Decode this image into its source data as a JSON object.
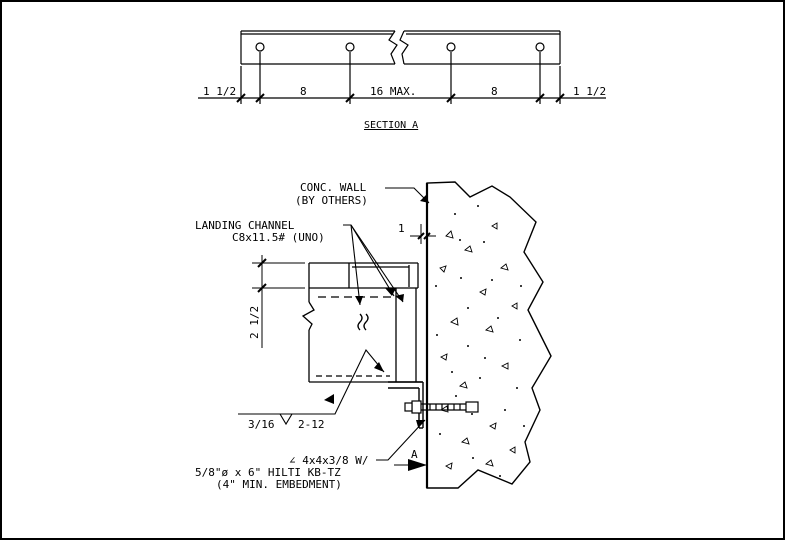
{
  "section_a": {
    "dims": [
      "1 1/2",
      "8",
      "16 MAX.",
      "8",
      "1 1/2"
    ],
    "title": "SECTION A"
  },
  "wall_note": {
    "line1": "CONC. WALL",
    "line2": "(BY OTHERS)"
  },
  "channel_note": {
    "line1": "LANDING CHANNEL",
    "line2": "C8x11.5# (UNO)"
  },
  "dims_detail": {
    "gap": "1",
    "vertical": "2 1/2"
  },
  "weld_note": {
    "size": "3/16",
    "spacing": "2-12"
  },
  "angle_note": {
    "line1": "∠ 4x4x3/8 W/",
    "line2": "5/8\"ø x 6\" HILTI KB-TZ",
    "line3": "(4\" MIN. EMBEDMENT)"
  },
  "section_marker": "A"
}
